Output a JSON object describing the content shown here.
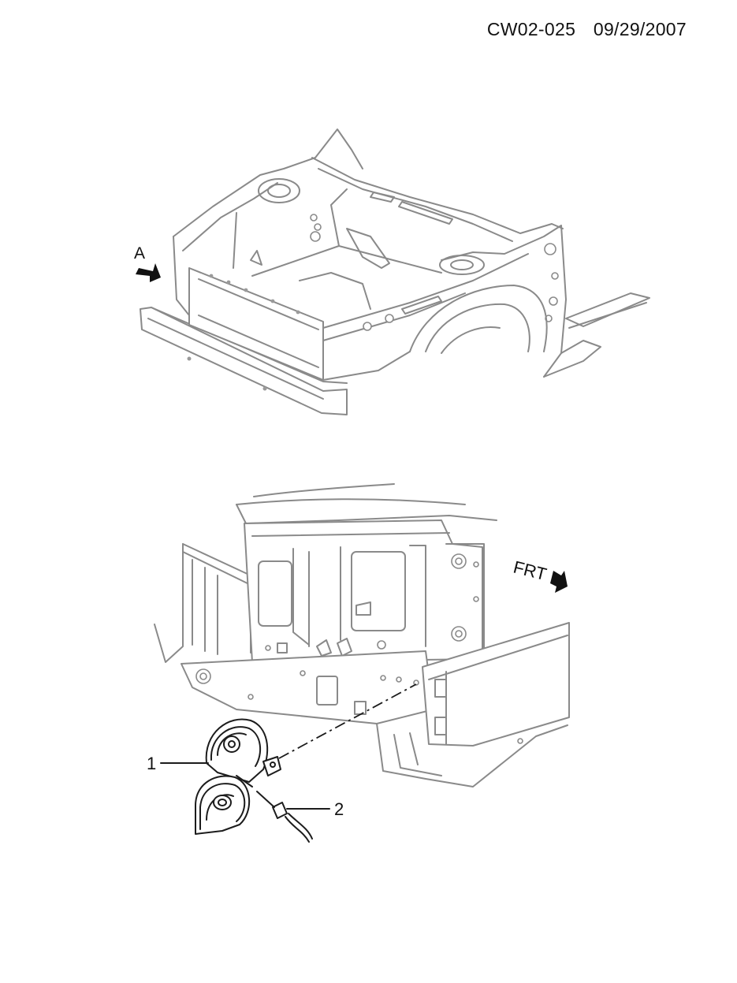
{
  "header": {
    "doc_code": "CW02-025",
    "date": "09/29/2007"
  },
  "view_a": {
    "view_label": "A"
  },
  "view_detail": {
    "direction_label": "FRT",
    "callouts": [
      {
        "number": "1"
      },
      {
        "number": "2"
      }
    ]
  }
}
